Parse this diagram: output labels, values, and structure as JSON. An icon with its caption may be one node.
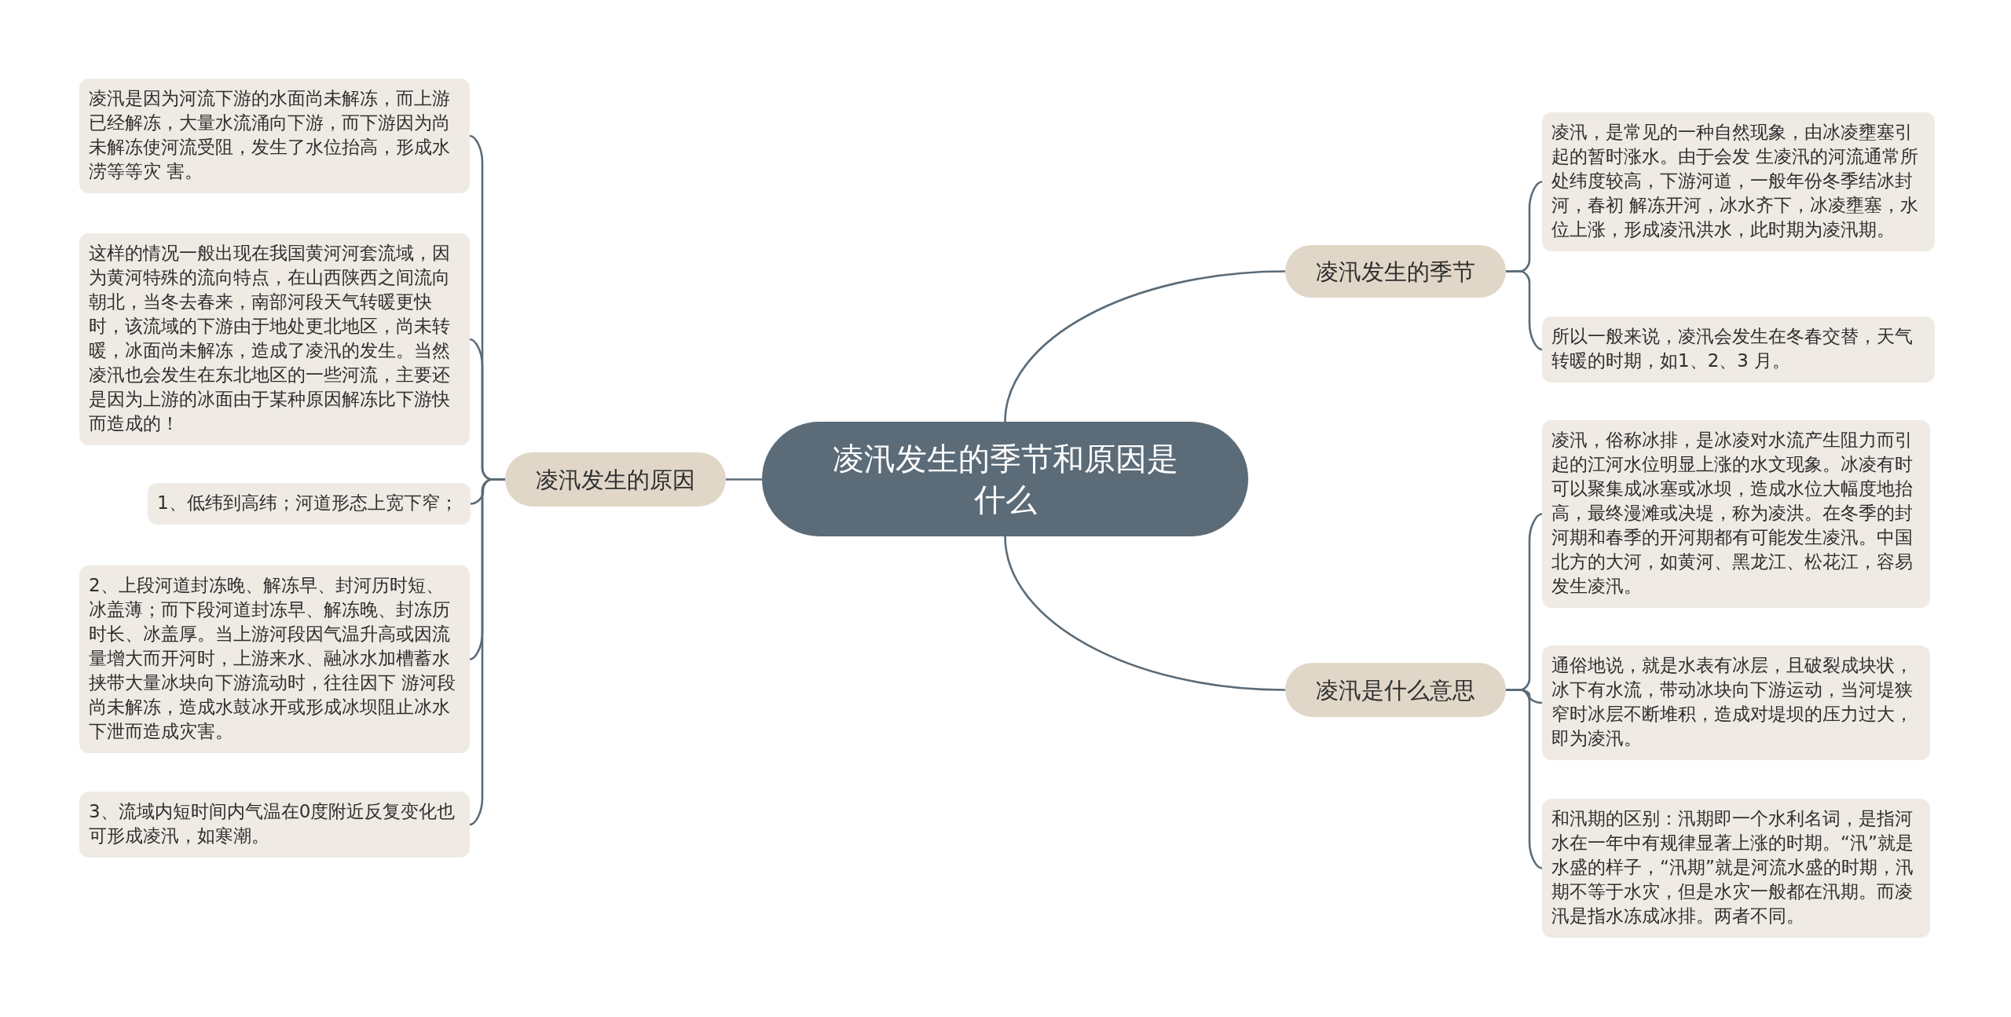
{
  "diagram": {
    "nodes": [
      {
        "text": [
          "凌汛发生的季节和原因是什么"
        ]
      },
      {
        "text": [
          "凌汛发生的季节"
        ]
      },
      {
        "text": [
          "凌汛，是常见的一种自然现象，由冰凌壅塞引起的暂时涨水。由于会发 生凌汛的河流通常所处纬度较高，下游河道，一般年份冬季结冰封河，春初 解冻开河，冰水齐下，冰凌壅塞，水位上涨，形成凌汛洪水，此时期为凌汛期。"
        ]
      },
      {
        "text": [
          "所以一般来说，凌汛会发生在冬春交替，天气转暖的时期，如1、2、3 月。"
        ]
      },
      {
        "text": [
          "凌汛是什么意思"
        ]
      },
      {
        "text": [
          "凌汛，俗称冰排，是冰凌对水流产生阻力而引起的江河水位明显上涨的水文现象。冰凌有时可以聚集成冰塞或冰坝，造成水位大幅度地抬高，最终漫滩或决堤，称为凌洪。在冬季的封河期和春季的开河期都有可能发生凌汛。中国北方的大河，如黄河、黑龙江、松花江，容易发生凌汛。"
        ]
      },
      {
        "text": [
          "通俗地说，就是水表有冰层，且破裂成块状，冰下有水流，带动冰块向下游运动，当河堤狭窄时冰层不断堆积，造成对堤坝的压力过大，即为凌汛。"
        ]
      },
      {
        "text": [
          "和汛期的区别：汛期即一个水利名词，是指河水在一年中有规律显著上涨的时期。“汛”就是水盛的样子，“汛期”就是河流水盛的时期，汛期不等于水灾，但是水灾一般都在汛期。而凌汛是指水冻成冰排。两者不同。"
        ]
      },
      {
        "text": [
          "凌汛发生的原因"
        ]
      },
      {
        "text": [
          "凌汛是因为河流下游的水面尚未解冻，而上游已经解冻，大量水流涌向下游，而下游因为尚未解冻使河流受阻，发生了水位抬高，形成水涝等等灾 害。"
        ]
      },
      {
        "text": [
          "这样的情况一般出现在我国黄河河套流域，因为黄河特殊的流向特点，在山西陕西之间流向朝北，当冬去春来，南部河段天气转暖更快时，该流域的下游由于地处更北地区，尚未转暖，冰面尚未解冻，造成了凌汛的发生。当然凌汛也会发生在东北地区的一些河流，主要还是因为上游的冰面由于某种原因解冻比下游快而造成的！"
        ]
      },
      {
        "text": [
          "1、低纬到高纬；河道形态上宽下窄；"
        ]
      },
      {
        "text": [
          "2、上段河道封冻晚、解冻早、封河历时短、冰盖薄；而下段河道封冻早、解冻晚、封冻历时长、冰盖厚。当上游河段因气温升高或因流量增大而开河时，上游来水、融冰水加槽蓄水挟带大量冰块向下游流动时，往往因下 游河段尚未解冻，造成水鼓冰开或形成冰坝阻止冰水下泄而造成灾害。"
        ]
      },
      {
        "text": [
          "3、流域内短时间内气温在0度附近反复变化也可形成凌汛，如寒潮。"
        ]
      }
    ],
    "edges": [
      {
        "from": 0,
        "to": 1,
        "arrow": "none"
      },
      {
        "from": 1,
        "to": 2,
        "arrow": "none"
      },
      {
        "from": 1,
        "to": 3,
        "arrow": "none"
      },
      {
        "from": 0,
        "to": 4,
        "arrow": "none"
      },
      {
        "from": 4,
        "to": 5,
        "arrow": "none"
      },
      {
        "from": 4,
        "to": 6,
        "arrow": "none"
      },
      {
        "from": 4,
        "to": 7,
        "arrow": "none"
      },
      {
        "from": 0,
        "to": 8,
        "arrow": "none"
      },
      {
        "from": 8,
        "to": 9,
        "arrow": "none"
      },
      {
        "from": 8,
        "to": 10,
        "arrow": "none"
      },
      {
        "from": 8,
        "to": 11,
        "arrow": "none"
      },
      {
        "from": 8,
        "to": 12,
        "arrow": "none"
      },
      {
        "from": 8,
        "to": 13,
        "arrow": "none"
      }
    ]
  }
}
